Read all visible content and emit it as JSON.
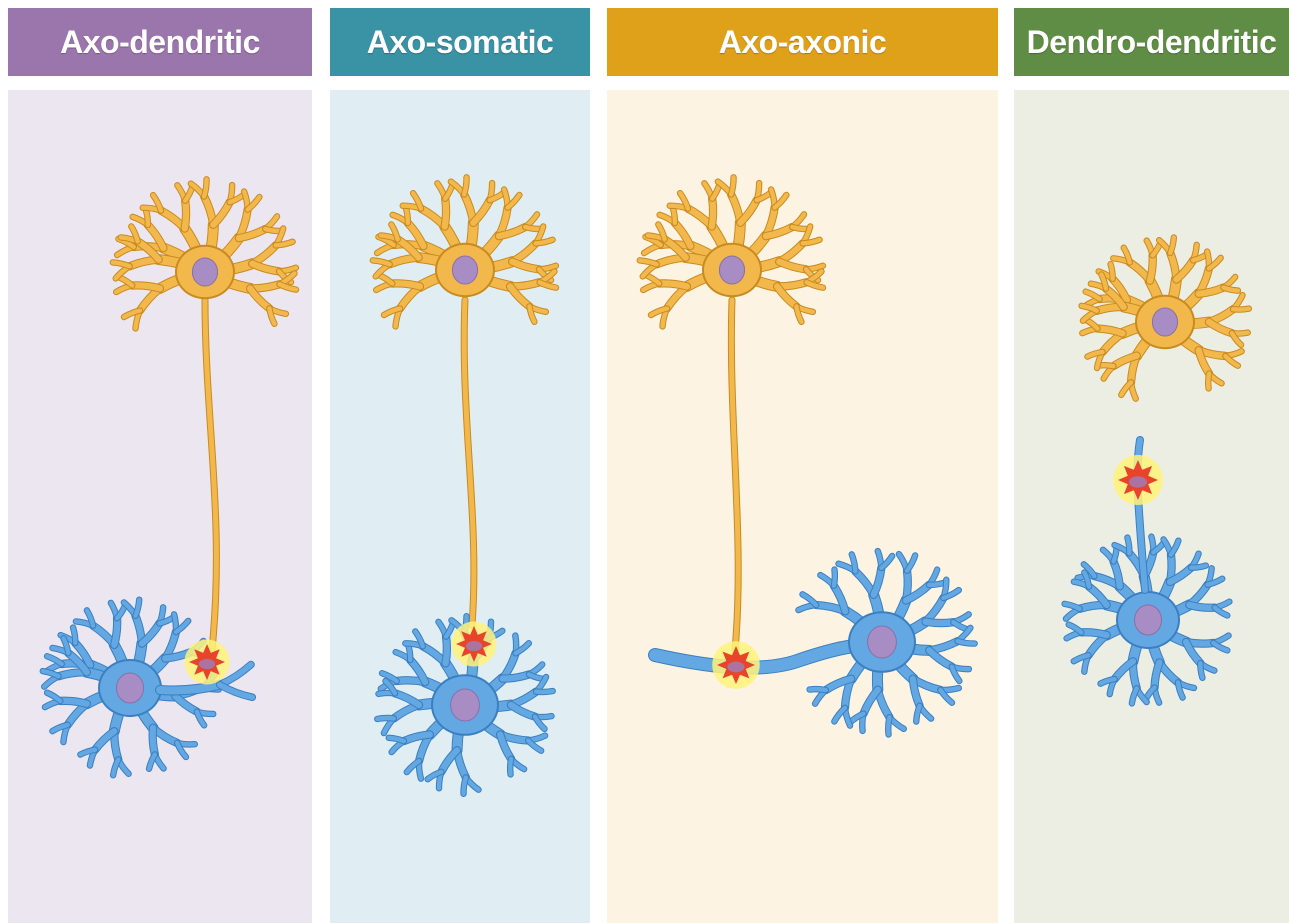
{
  "panels": [
    {
      "label": "Axo-dendritic",
      "header_color": "#9b76ad",
      "bg_color": "#ebe6ef"
    },
    {
      "label": "Axo-somatic",
      "header_color": "#3a93a5",
      "bg_color": "#e0eef3"
    },
    {
      "label": "Axo-axonic",
      "header_color": "#e0a11a",
      "bg_color": "#fdf3e2"
    },
    {
      "label": "Dendro-dendritic",
      "header_color": "#5f8d45",
      "bg_color": "#eceee4"
    }
  ],
  "colors": {
    "presynaptic_neuron": "#f3b84c",
    "presynaptic_outline": "#c98a20",
    "postsynaptic_neuron": "#63a8e3",
    "postsynaptic_outline": "#3b7fc0",
    "nucleus": "#a88cc4",
    "synapse_burst": "#e8432b",
    "synapse_glow": "#fff27a"
  },
  "icons": [
    "presynaptic-neuron-icon",
    "postsynaptic-neuron-icon",
    "synapse-burst-icon"
  ]
}
